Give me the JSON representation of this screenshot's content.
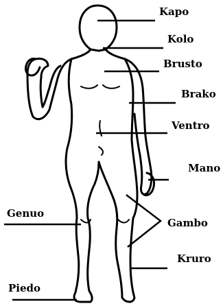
{
  "diagram": {
    "labels": {
      "kapo": "Kapo",
      "kolo": "Kolo",
      "brusto": "Brusto",
      "brako": "Brako",
      "ventro": "Ventro",
      "mano": "Mano",
      "genuo": "Genuo",
      "gambo": "Gambo",
      "kruro": "Kruro",
      "piedo": "Piedo"
    }
  }
}
